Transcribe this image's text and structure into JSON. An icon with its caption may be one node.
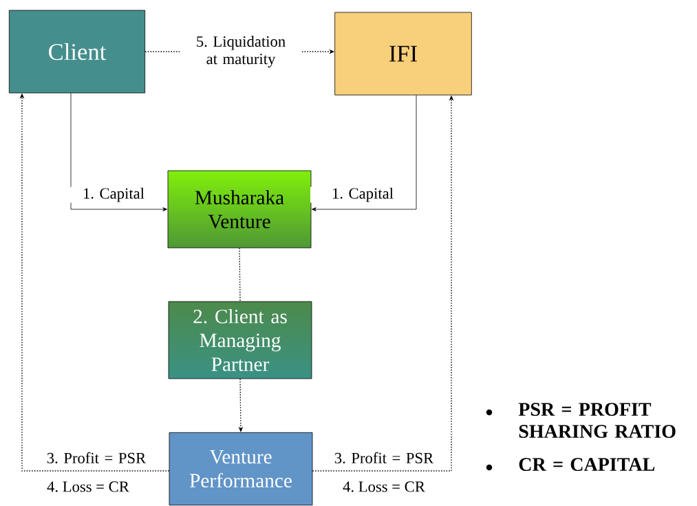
{
  "diagram": {
    "nodes": [
      {
        "text": [
          "Client"
        ]
      },
      {
        "text": [
          "IFI"
        ]
      },
      {
        "text": [
          "Musharaka Venture"
        ]
      },
      {
        "text": [
          "2. Client as Managing Partner"
        ]
      },
      {
        "text": [
          "Venture Performance"
        ]
      }
    ],
    "edges": [
      {
        "from": 0,
        "to": 1,
        "arrow": "to",
        "style": "dashed",
        "label": "5. Liquidation at maturity"
      },
      {
        "from": 0,
        "to": 2,
        "arrow": "to",
        "label": "1. Capital"
      },
      {
        "from": 1,
        "to": 2,
        "arrow": "to",
        "label": "1. Capital"
      },
      {
        "from": 2,
        "to": 3,
        "arrow": "none",
        "style": "dashed"
      },
      {
        "from": 3,
        "to": 4,
        "arrow": "to",
        "style": "dashed"
      },
      {
        "from": 4,
        "to": 0,
        "arrow": "to",
        "style": "dashed",
        "label": "3. Profit = PSR"
      },
      {
        "from": 4,
        "to": 1,
        "arrow": "to",
        "style": "dashed",
        "label": "3. Profit = PSR"
      }
    ],
    "labels": [
      "PSR = PROFIT SHARING RATIO",
      "CR = CAPITAL",
      "4. Loss = CR",
      "4. Loss = CR"
    ]
  }
}
